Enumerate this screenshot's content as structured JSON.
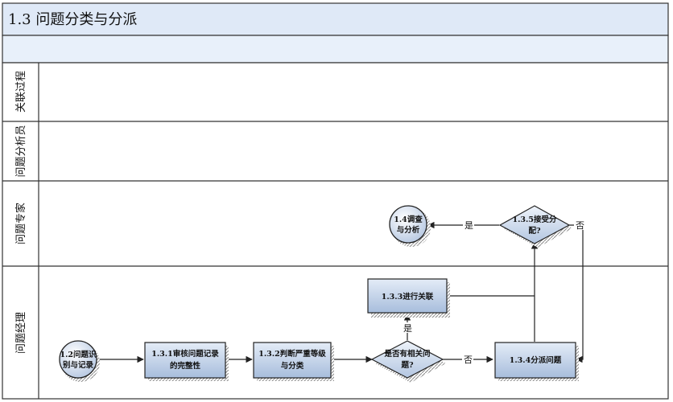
{
  "title": "1.3 问题分类与分派",
  "lanes": [
    {
      "id": "lane-1",
      "label": "关联过程"
    },
    {
      "id": "lane-2",
      "label": "问题分析员"
    },
    {
      "id": "lane-3",
      "label": "问题专家"
    },
    {
      "id": "lane-4",
      "label": "问题经理"
    }
  ],
  "nodes": {
    "start": {
      "lines": [
        "1.2问题识",
        "别与记录"
      ]
    },
    "review": {
      "lines": [
        "1.3.1审核问题记录",
        "的完整性"
      ]
    },
    "judge": {
      "lines": [
        "1.3.2判断严重等级",
        "与分类"
      ]
    },
    "decision_related": {
      "lines": [
        "是否有相关问",
        "题?"
      ]
    },
    "associate": {
      "lines": [
        "1.3.3进行关联"
      ]
    },
    "assign": {
      "lines": [
        "1.3.4分派问题"
      ]
    },
    "decision_accept": {
      "lines": [
        "1.3.5接受分",
        "配?"
      ]
    },
    "end": {
      "lines": [
        "1.4调查",
        "与分析"
      ]
    }
  },
  "edge_labels": {
    "related_yes": "是",
    "related_no": "否",
    "accept_yes": "是",
    "accept_no": "否"
  },
  "colors": {
    "border": "#333333",
    "title_bg": "#dfe9f7",
    "header_bg": "#e8f0fa",
    "box_top": "#e2eaf6",
    "box_bottom": "#a9bfdd",
    "shadow": "#9a9a9a"
  }
}
